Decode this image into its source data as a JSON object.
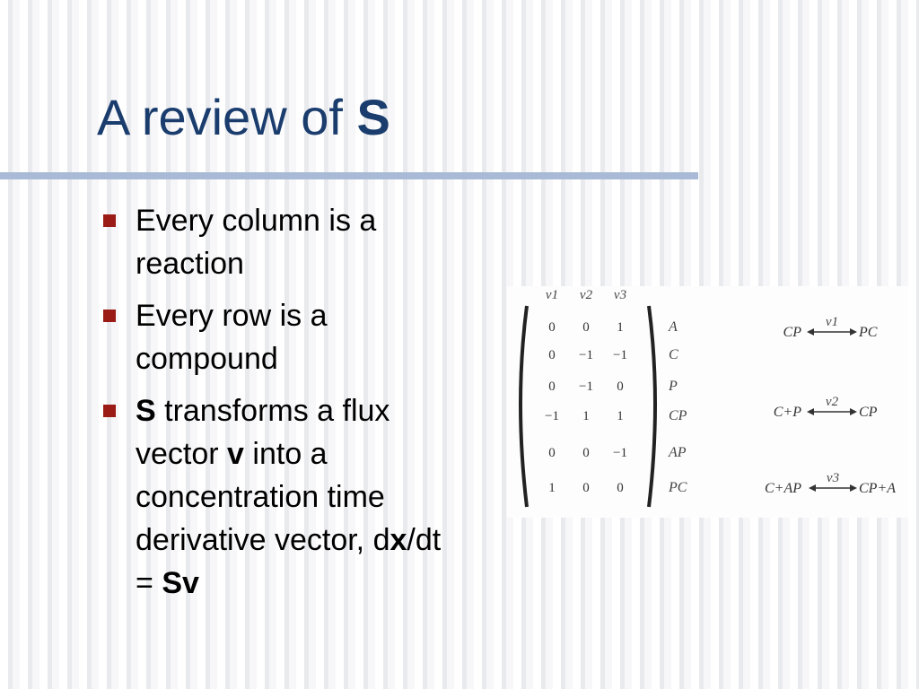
{
  "title": {
    "text": "A review of ",
    "bold": "S"
  },
  "bullets": [
    {
      "parts": [
        {
          "t": "Every column is a reaction",
          "b": false
        }
      ]
    },
    {
      "parts": [
        {
          "t": "Every row is a compound",
          "b": false
        }
      ]
    },
    {
      "parts": [
        {
          "t": "S",
          "b": true
        },
        {
          "t": " transforms a flux vector ",
          "b": false
        },
        {
          "t": "v",
          "b": true
        },
        {
          "t": " into a concentration time derivative vector, d",
          "b": false
        },
        {
          "t": "x",
          "b": true
        },
        {
          "t": "/dt = ",
          "b": false
        },
        {
          "t": "Sv",
          "b": true
        }
      ]
    }
  ],
  "matrix": {
    "column_headers": [
      "ν1",
      "ν2",
      "ν3"
    ],
    "rows": [
      {
        "compound": "A",
        "values": [
          "0",
          "0",
          "1"
        ]
      },
      {
        "compound": "C",
        "values": [
          "0",
          "−1",
          "−1"
        ]
      },
      {
        "compound": "P",
        "values": [
          "0",
          "−1",
          "0"
        ]
      },
      {
        "compound": "CP",
        "values": [
          "−1",
          "1",
          "1"
        ]
      },
      {
        "compound": "AP",
        "values": [
          "0",
          "0",
          "−1"
        ]
      },
      {
        "compound": "PC",
        "values": [
          "1",
          "0",
          "0"
        ]
      }
    ]
  },
  "reactions": [
    {
      "label": "ν1",
      "left": "CP",
      "right": "PC"
    },
    {
      "label": "ν2",
      "left": "C+P",
      "right": "CP"
    },
    {
      "label": "ν3",
      "left": "C+AP",
      "right": "CP+A"
    }
  ],
  "colors": {
    "title": "#1a3d6e",
    "bullet": "#9b1c17",
    "rule": "#a8bad5"
  }
}
